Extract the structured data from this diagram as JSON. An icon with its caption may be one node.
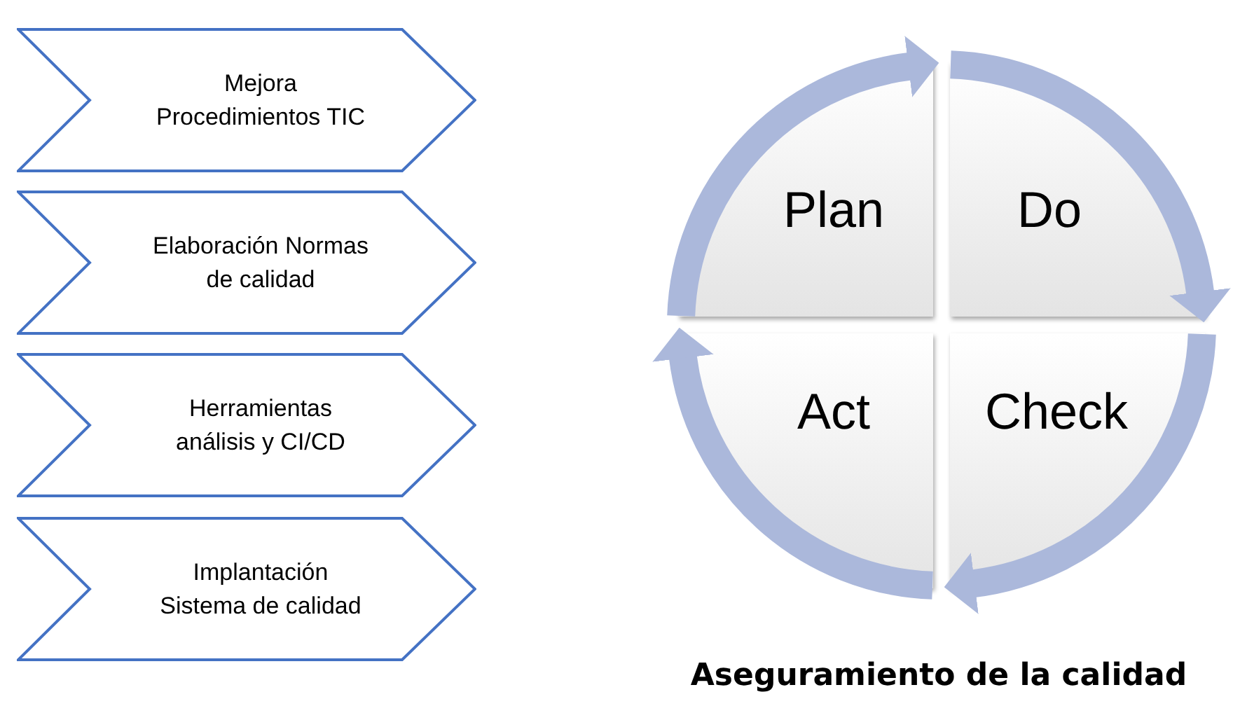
{
  "diagram": {
    "caption": "Aseguramiento de la calidad",
    "nodes": [
      {
        "text": [
          "Mejora Procedimientos TIC"
        ]
      },
      {
        "text": [
          "Elaboración Normas de calidad"
        ]
      },
      {
        "text": [
          "Herramientas análisis y CI/CD"
        ]
      },
      {
        "text": [
          "Implantación Sistema de calidad"
        ]
      },
      {
        "text": [
          "Plan"
        ]
      },
      {
        "text": [
          "Do"
        ]
      },
      {
        "text": [
          "Check"
        ]
      },
      {
        "text": [
          "Act"
        ]
      }
    ],
    "edges": [
      {
        "from": 4,
        "to": 5,
        "arrow": "to"
      },
      {
        "from": 5,
        "to": 6,
        "arrow": "to"
      },
      {
        "from": 6,
        "to": 7,
        "arrow": "to"
      },
      {
        "from": 7,
        "to": 4,
        "arrow": "to"
      }
    ]
  }
}
